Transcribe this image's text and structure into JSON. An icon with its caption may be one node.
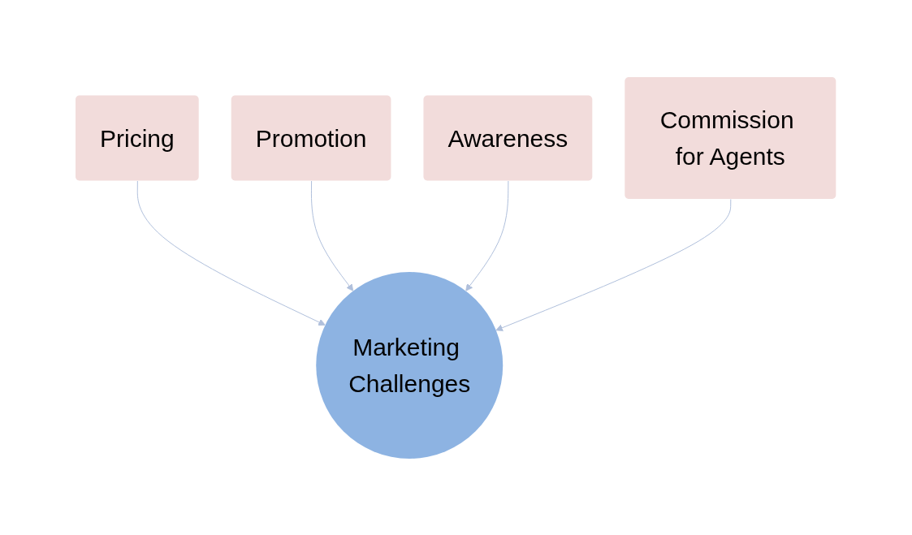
{
  "diagram": {
    "nodes": [
      {
        "text": [
          "Pricing"
        ]
      },
      {
        "text": [
          "Promotion"
        ]
      },
      {
        "text": [
          "Awareness"
        ]
      },
      {
        "text": [
          "Commission for Agents"
        ]
      },
      {
        "text": [
          "Marketing Challenges"
        ]
      }
    ],
    "edges": [
      {
        "from": 0,
        "to": 4,
        "arrow": "to"
      },
      {
        "from": 1,
        "to": 4,
        "arrow": "to"
      },
      {
        "from": 2,
        "to": 4,
        "arrow": "to"
      },
      {
        "from": 3,
        "to": 4,
        "arrow": "to"
      }
    ]
  }
}
